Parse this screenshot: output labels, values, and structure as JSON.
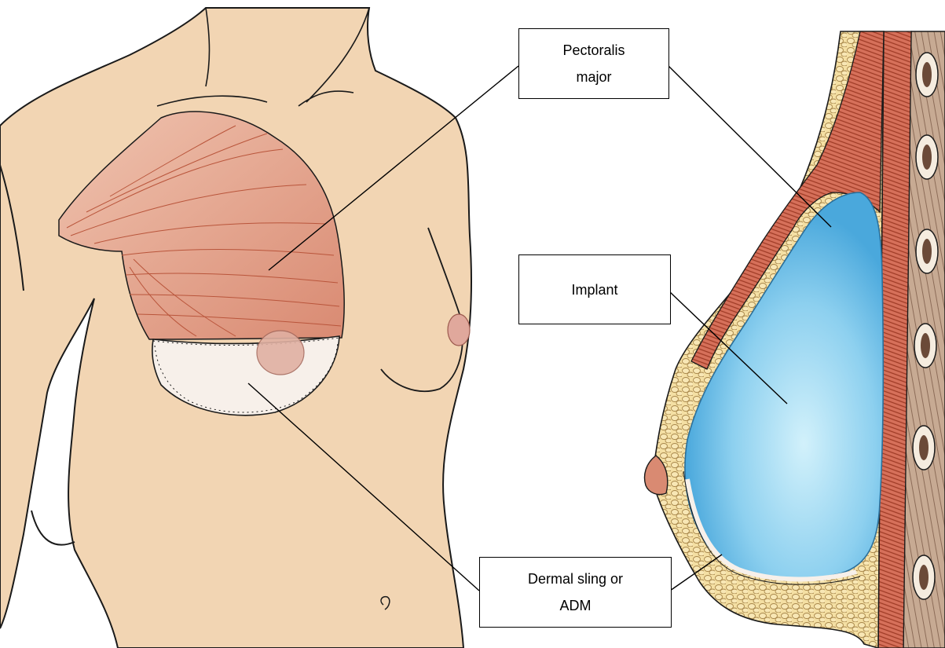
{
  "labels": {
    "pectoralis_line1": "Pectoralis",
    "pectoralis_line2": "major",
    "implant": "Implant",
    "dermal_line1": "Dermal sling or",
    "dermal_line2": "ADM"
  },
  "colors": {
    "skin": "#f2d5b3",
    "outline": "#1a1a1a",
    "muscle": "#d9826a",
    "muscle_dark": "#b9442c",
    "fat": "#f4dfa3",
    "implant": "#7cc7ec",
    "implant_light": "#c7ecfa",
    "sling": "#f7f0ea",
    "areola": "#e0a89c",
    "rib": "#c8b39c"
  }
}
